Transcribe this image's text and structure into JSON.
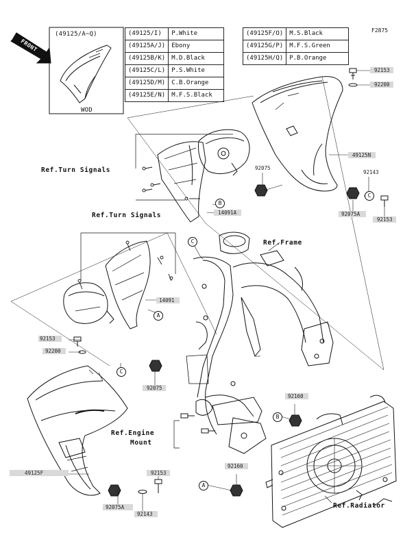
{
  "figure_code": "F2875",
  "front_badge": "FRONT",
  "variant_box": {
    "code": "(49125/A~Q)",
    "caption": "WOD"
  },
  "color_table_left": [
    {
      "code": "(49125/I)",
      "color": "P.White"
    },
    {
      "code": "(49125A/J)",
      "color": "Ebony"
    },
    {
      "code": "(49125B/K)",
      "color": "M.D.Black"
    },
    {
      "code": "(49125C/L)",
      "color": "P.S.White"
    },
    {
      "code": "(49125D/M)",
      "color": "C.B.Orange"
    },
    {
      "code": "(49125E/N)",
      "color": "M.F.S.Black"
    }
  ],
  "color_table_right": [
    {
      "code": "(49125F/O)",
      "color": "M.S.Black"
    },
    {
      "code": "(49125G/P)",
      "color": "M.F.S.Green"
    },
    {
      "code": "(49125H/Q)",
      "color": "P.B.Orange"
    }
  ],
  "refs": {
    "turn_signals_1": "Ref.Turn Signals",
    "turn_signals_2": "Ref.Turn Signals",
    "frame": "Ref.Frame",
    "engine_mount_line1": "Ref.Engine",
    "engine_mount_line2": "Mount",
    "radiator": "Ref.Radiator"
  },
  "part_numbers": {
    "p92153_top": "92153",
    "p92200_top": "92200",
    "p49125N": "49125N",
    "p92143_right": "92143",
    "p92075A_right": "92075A",
    "p92153_right": "92153",
    "p92075_mid": "92075",
    "p14091A": "14091A",
    "p14091": "14091",
    "p92153_left": "92153",
    "p92200_left": "92200",
    "p92075_lower": "92075",
    "p92160_upper": "92160",
    "p92160_lower": "92160",
    "p49125F": "49125F",
    "p92153_bottom": "92153",
    "p92075A_bottom": "92075A",
    "p92143_bottom": "92143"
  },
  "callouts": {
    "A": "A",
    "B": "B",
    "C": "C"
  }
}
